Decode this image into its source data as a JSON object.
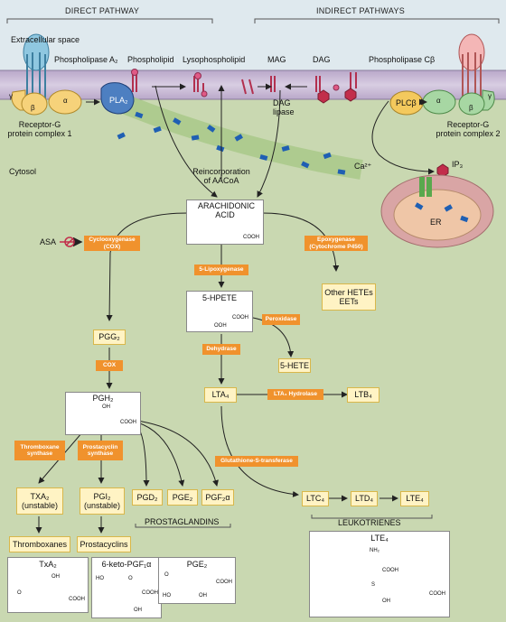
{
  "headers": {
    "direct": "DIRECT PATHWAY",
    "indirect": "INDIRECT PATHWAYS"
  },
  "regions": {
    "extracellular": "Extracellular space",
    "cytosol": "Cytosol"
  },
  "membrane_labels": {
    "phospholipase_a2": "Phospholipase A₂",
    "phospholipid": "Phospholipid",
    "lysophospholipid": "Lysophospholipid",
    "mag": "MAG",
    "dag": "DAG",
    "phospholipase_cb": "Phospholipase Cβ",
    "dag_lipase": "DAG lipase"
  },
  "receptors": {
    "left": "Receptor-G protein complex 1",
    "right": "Receptor-G protein complex 2",
    "gamma": "γ",
    "beta": "β",
    "alpha": "α"
  },
  "proteins": {
    "pla2": "PLA₂",
    "plcb": "PLCβ"
  },
  "cytosol_labels": {
    "reincorporation": "Reincorporation of AACoA",
    "ca": "Ca²⁺",
    "ip3": "IP₃",
    "er": "ER",
    "asa": "ASA"
  },
  "nodes": {
    "arachidonic": "ARACHIDONIC ACID",
    "hpete": "5-HPETE",
    "other_hetes": "Other HETEs EETs",
    "hete": "5-HETE",
    "pgg2": "PGG₂",
    "pgh2": "PGH₂",
    "lta4": "LTA₄",
    "ltb4": "LTB₄",
    "txa2": "TXA₂ (unstable)",
    "pgi2": "PGI₂ (unstable)",
    "pgd2": "PGD₂",
    "pge2": "PGE₂",
    "pgf2a": "PGF₂α",
    "ltc4": "LTC₄",
    "ltd4": "LTD₄",
    "lte4": "LTE₄",
    "thromboxanes": "Thromboxanes",
    "prostacyclins": "Prostacyclins"
  },
  "enzymes": {
    "cox_main": "Cyclooxygenase (COX)",
    "epoxygenase": "Epoxygenase (Cytochrome P450)",
    "lipoxygenase": "5-Lipoxygenase",
    "peroxidase": "Peroxidase",
    "dehydrase": "Dehydrase",
    "cox": "COX",
    "lta4_hydrolase": "LTA₄ Hydrolase",
    "thromboxane_synthase": "Thromboxane synthase",
    "prostacyclin_synthase": "Prostacyclin synthase",
    "glutathione": "Glutathione-S-transferase"
  },
  "groups": {
    "prostaglandins": "PROSTAGLANDINS",
    "leukotrienes": "LEUKOTRIENES"
  },
  "structures": {
    "txa2": "TxA₂",
    "keto": "6-keto-PGF₁α",
    "pge2": "PGE₂",
    "lte4": "LTE₄"
  },
  "atoms": {
    "cooh": "COOH",
    "oh": "OH",
    "ooh": "OOH",
    "ho": "HO",
    "o": "O",
    "nh2": "NH₂",
    "s": "S"
  }
}
